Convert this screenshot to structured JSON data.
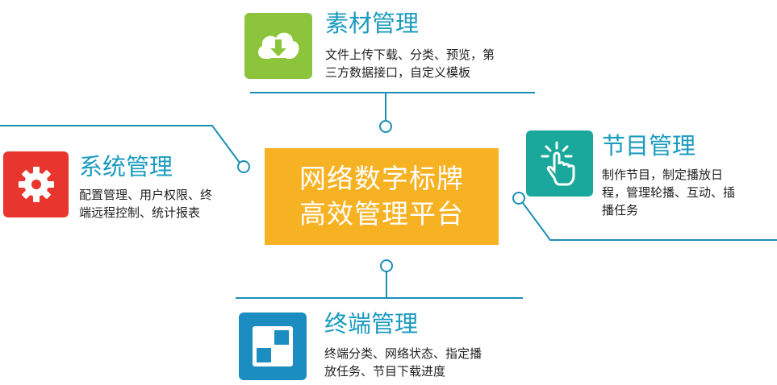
{
  "center": {
    "line1": "网络数字标牌",
    "line2": "高效管理平台"
  },
  "modules": {
    "material": {
      "title": "素材管理",
      "desc1": "文件上传下载、分类、预览，第",
      "desc2": "三方数据接口，自定义模板",
      "icon": "cloud-download-icon",
      "icon_color": "#8cc43c"
    },
    "system": {
      "title": "系统管理",
      "desc1": "配置管理、用户权限、终",
      "desc2": "端远程控制、统计报表",
      "icon": "gear-icon",
      "icon_color": "#e8362e"
    },
    "program": {
      "title": "节目管理",
      "desc1": "制作节目，制定播放日",
      "desc2": "程，管理轮播、互动、插",
      "desc3": "播任务",
      "icon": "tap-hand-icon",
      "icon_color": "#1aa89c"
    },
    "terminal": {
      "title": "终端管理",
      "desc1": "终端分类、网络状态、指定播",
      "desc2": "放任务、节目下载进度",
      "icon": "screen-blocks-icon",
      "icon_color": "#1b8dc0"
    }
  },
  "colors": {
    "center_bg": "#f6b223",
    "title": "#1b9bbf",
    "connector": "#1a8fb5"
  }
}
